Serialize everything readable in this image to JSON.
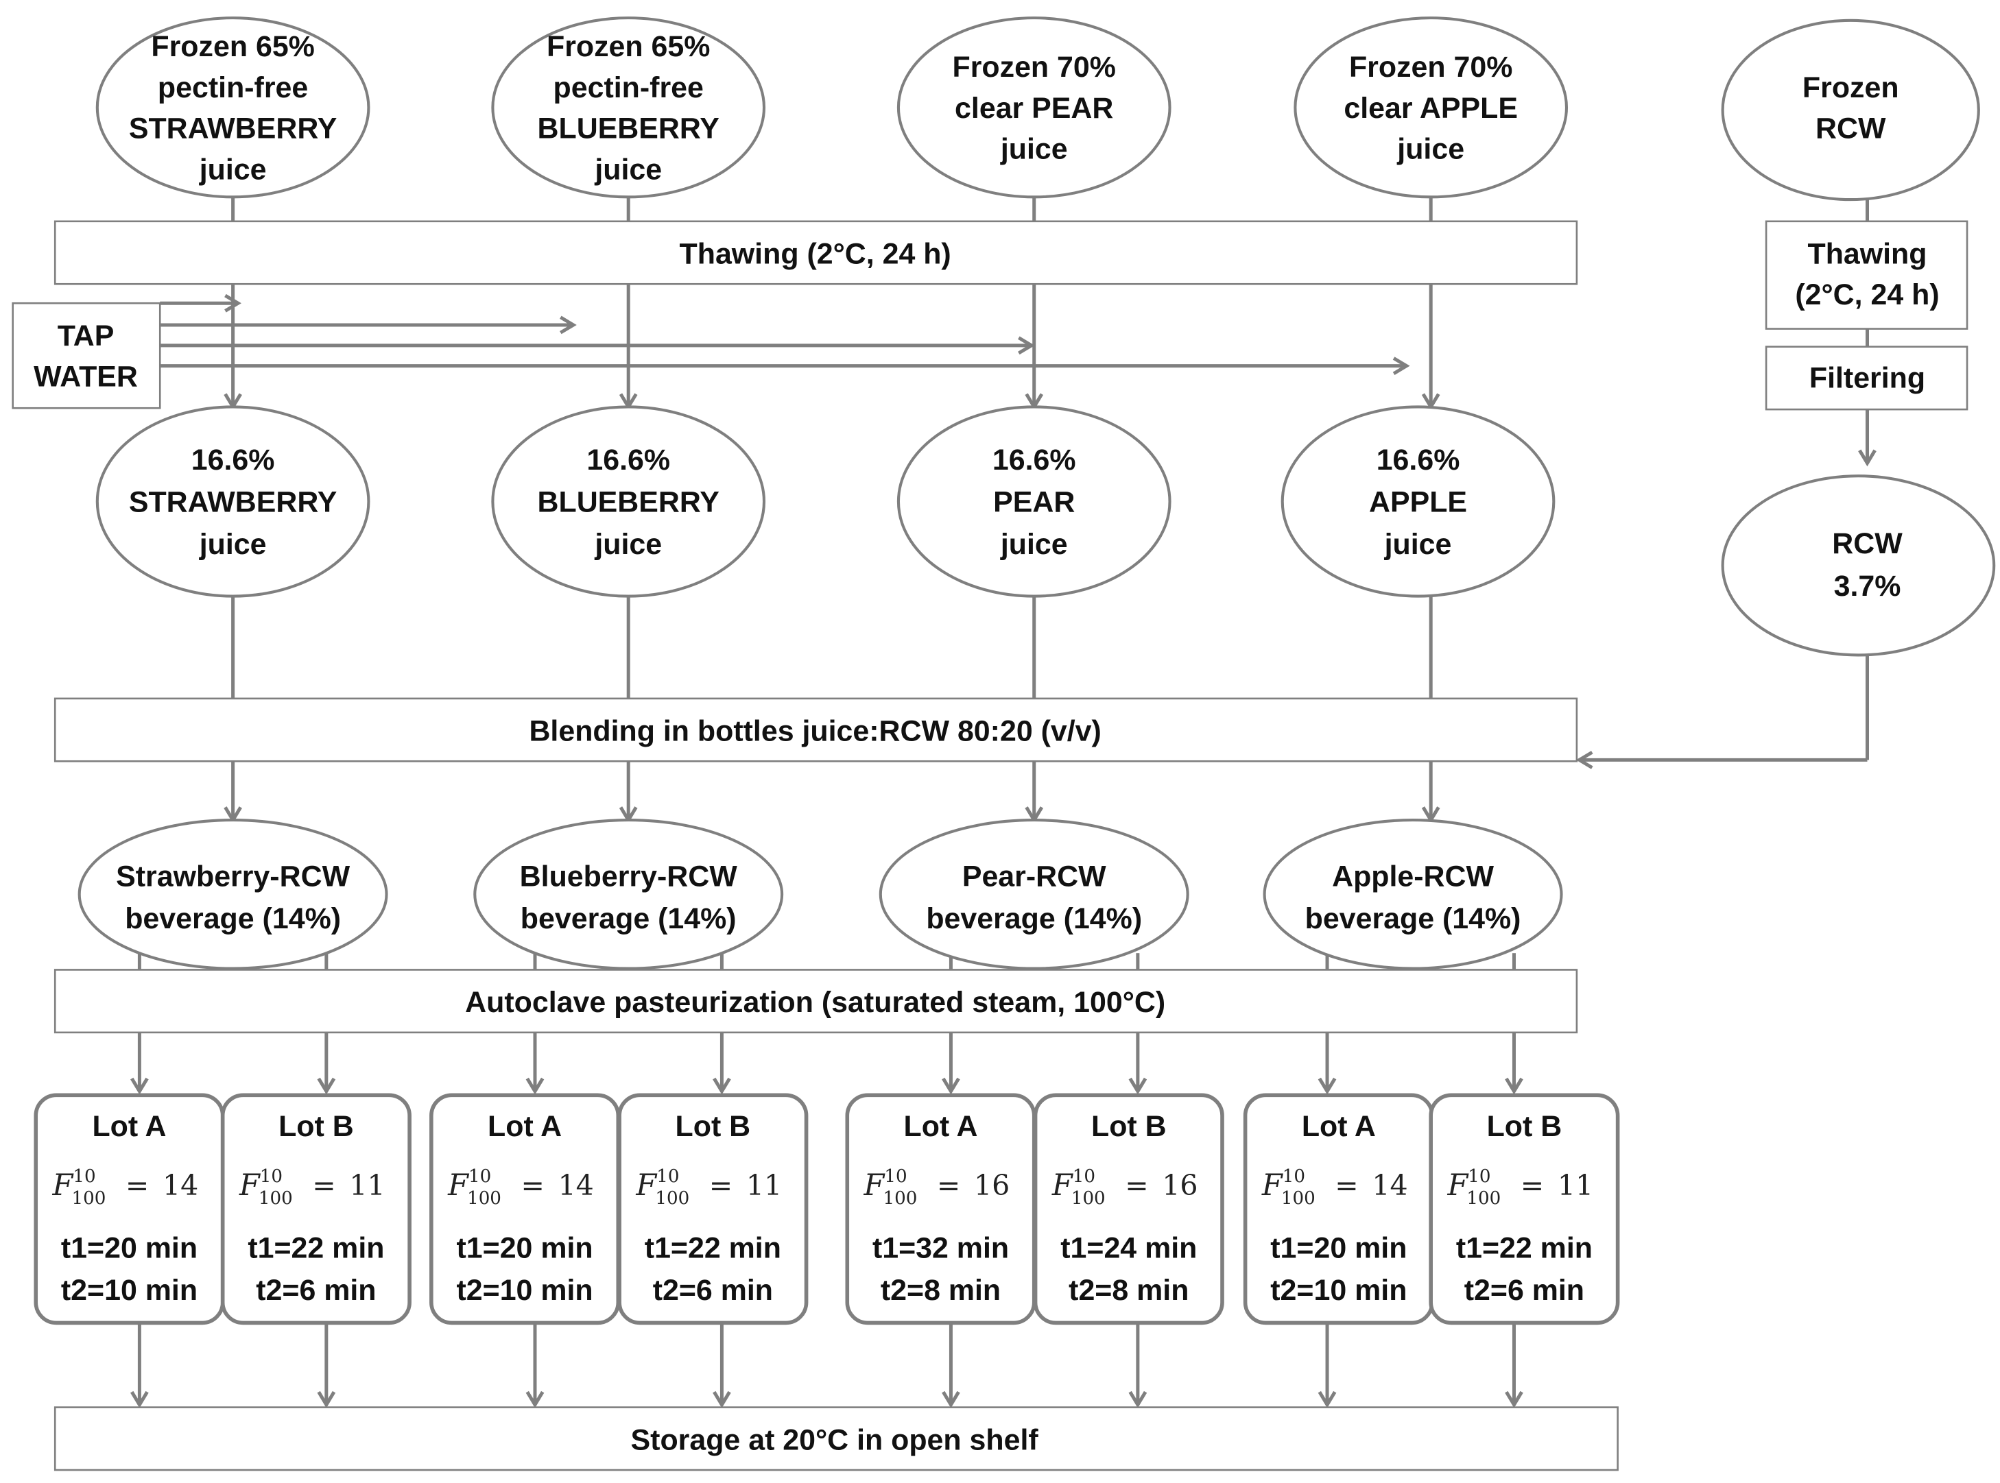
{
  "sources": [
    {
      "lines": [
        "Frozen 65%",
        "pectin-free",
        "STRAWBERRY",
        "juice"
      ]
    },
    {
      "lines": [
        "Frozen 65%",
        "pectin-free",
        "BLUEBERRY",
        "juice"
      ]
    },
    {
      "lines": [
        "Frozen 70%",
        "clear PEAR",
        "juice"
      ]
    },
    {
      "lines": [
        "Frozen 70%",
        "clear APPLE",
        "juice"
      ]
    },
    {
      "lines": [
        "Frozen",
        "RCW"
      ]
    }
  ],
  "thawing_main": "Thawing (2°C, 24 h)",
  "tap_water": [
    "TAP",
    "WATER"
  ],
  "rcw_steps": {
    "thawing": [
      "Thawing",
      "(2°C, 24 h)"
    ],
    "filtering": "Filtering"
  },
  "diluted": [
    {
      "lines": [
        "16.6%",
        "STRAWBERRY",
        "juice"
      ]
    },
    {
      "lines": [
        "16.6%",
        "BLUEBERRY",
        "juice"
      ]
    },
    {
      "lines": [
        "16.6%",
        "PEAR",
        "juice"
      ]
    },
    {
      "lines": [
        "16.6%",
        "APPLE",
        "juice"
      ]
    }
  ],
  "rcw_diluted": [
    "RCW",
    "3.7%"
  ],
  "blending": "Blending in bottles  juice:RCW 80:20 (v/v)",
  "beverages": [
    {
      "lines": [
        "Strawberry-RCW",
        "beverage (14%)"
      ]
    },
    {
      "lines": [
        "Blueberry-RCW",
        "beverage (14%)"
      ]
    },
    {
      "lines": [
        "Pear-RCW",
        "beverage (14%)"
      ]
    },
    {
      "lines": [
        "Apple-RCW",
        "beverage (14%)"
      ]
    }
  ],
  "autoclave": "Autoclave pasteurization  (saturated steam, 100°C)",
  "f_value": {
    "symbol": "F",
    "superscript": "10",
    "subscript": "100",
    "equals": "="
  },
  "lots": [
    {
      "name": "Lot A",
      "f": "14",
      "t1": "t1=20 min",
      "t2": "t2=10 min"
    },
    {
      "name": "Lot B",
      "f": "11",
      "t1": "t1=22 min",
      "t2": "t2=6 min"
    },
    {
      "name": "Lot A",
      "f": "14",
      "t1": "t1=20 min",
      "t2": "t2=10 min"
    },
    {
      "name": "Lot B",
      "f": "11",
      "t1": "t1=22 min",
      "t2": "t2=6 min"
    },
    {
      "name": "Lot A",
      "f": "16",
      "t1": "t1=32 min",
      "t2": "t2=8 min"
    },
    {
      "name": "Lot B",
      "f": "16",
      "t1": "t1=24 min",
      "t2": "t2=8 min"
    },
    {
      "name": "Lot A",
      "f": "14",
      "t1": "t1=20 min",
      "t2": "t2=10 min"
    },
    {
      "name": "Lot B",
      "f": "11",
      "t1": "t1=22 min",
      "t2": "t2=6 min"
    }
  ],
  "storage": "Storage at 20°C in open shelf"
}
